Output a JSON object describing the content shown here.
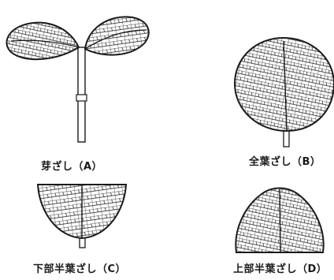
{
  "figure": {
    "line_color": "#1a1a1a",
    "background": "#ffffff",
    "panels": [
      {
        "id": "A",
        "caption": "芽ざし（A）",
        "depicts": "sprout-cutting-icon"
      },
      {
        "id": "B",
        "caption": "全葉ざし（B）",
        "depicts": "whole-leaf-icon"
      },
      {
        "id": "C",
        "caption": "下部半葉ざし（C）",
        "depicts": "lower-half-leaf-icon"
      },
      {
        "id": "D",
        "caption": "上部半葉ざし（D）",
        "depicts": "upper-half-leaf-icon"
      }
    ]
  }
}
